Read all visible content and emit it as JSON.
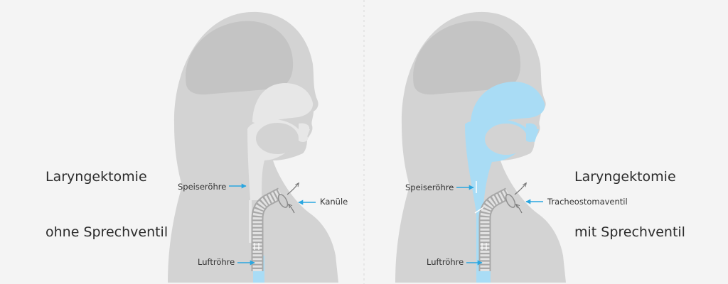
{
  "left": {
    "title_line1": "Laryngektomie",
    "title_line2": "ohne Sprechventil",
    "label_esophagus": "Speiseröhre",
    "label_device": "Kanüle",
    "label_trachea": "Luftröhre"
  },
  "right": {
    "title_line1": "Laryngektomie",
    "title_line2": "mit Sprechventil",
    "label_esophagus": "Speiseröhre",
    "label_device": "Tracheostomaventil",
    "label_trachea": "Luftröhre"
  },
  "colors": {
    "background": "#f4f4f4",
    "head": "#d3d3d3",
    "brain": "#c4c4c4",
    "cavity": "#e7e7e7",
    "air": "#a9dcf5",
    "arrow": "#2aa6e0",
    "cannula": "#bdbdbd"
  }
}
